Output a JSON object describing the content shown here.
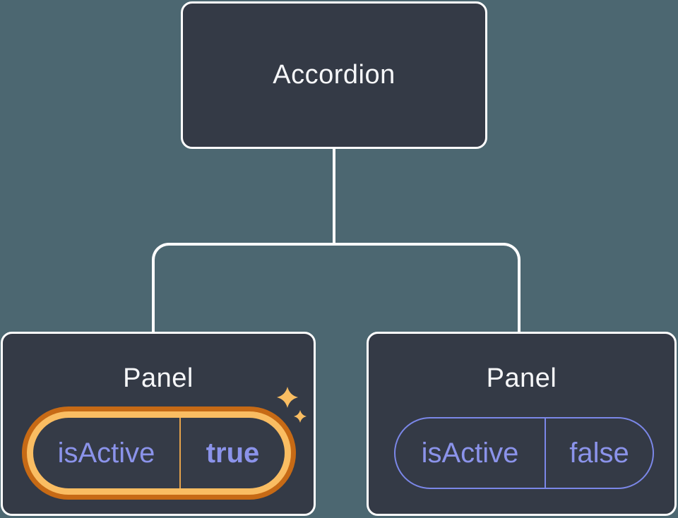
{
  "colors": {
    "background": "#4c6771",
    "node_fill": "#343a46",
    "node_border": "#ffffff",
    "connector": "#ffffff",
    "highlight_ring_outer": "#c76a15",
    "highlight_ring_inner": "#fabd62",
    "state_text": "#8b93ea",
    "inactive_pill_outline": "#7b87e8",
    "sparkle": "#f9bd62",
    "title_text": "#f6f7f9"
  },
  "tree": {
    "root": {
      "label": "Accordion"
    },
    "children": [
      {
        "label": "Panel",
        "state": {
          "key": "isActive",
          "value": "true"
        },
        "highlighted": true,
        "icon": "sparkles-icon"
      },
      {
        "label": "Panel",
        "state": {
          "key": "isActive",
          "value": "false"
        },
        "highlighted": false
      }
    ]
  }
}
